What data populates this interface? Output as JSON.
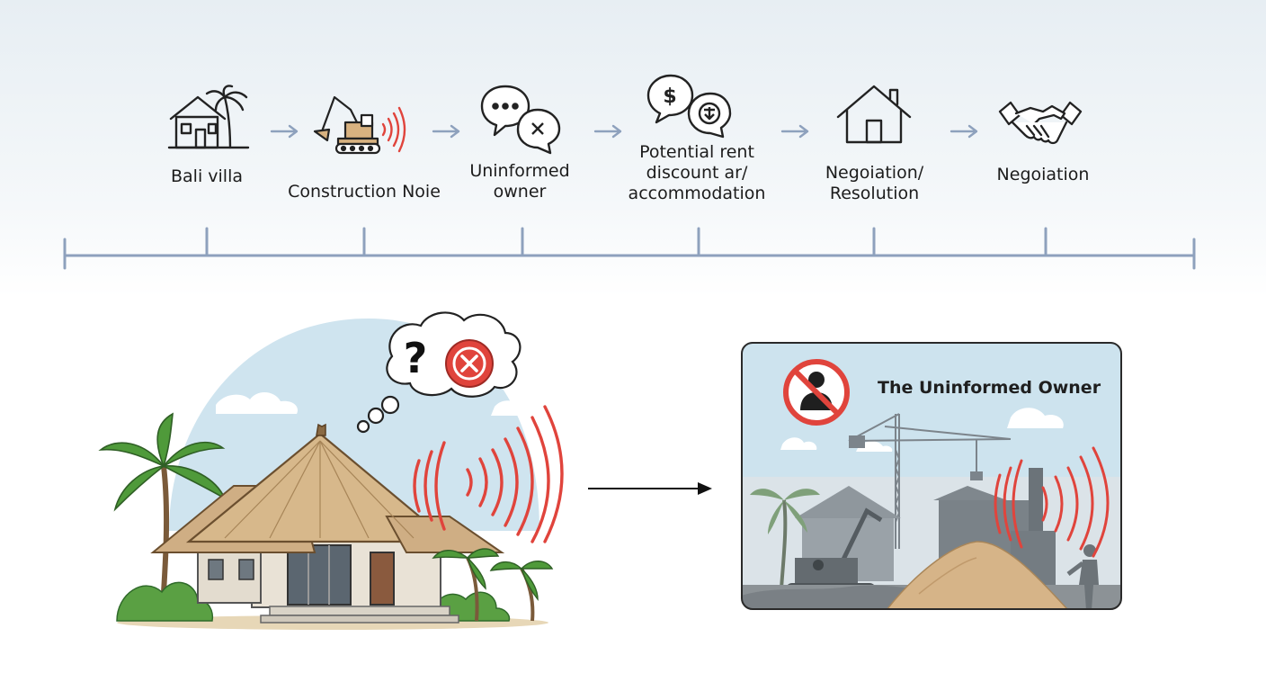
{
  "timeline": {
    "steps": [
      {
        "label": "Bali villa",
        "icon": "house-palm-icon"
      },
      {
        "label": "Construction Noie",
        "icon": "excavator-icon"
      },
      {
        "label": "Uninformed owner",
        "icon": "speech-bubbles-icon"
      },
      {
        "label": "Potential rent discount ar/ accommodation",
        "icon": "money-bubbles-icon"
      },
      {
        "label": "Negoiation/ Resolution",
        "icon": "house-icon"
      },
      {
        "label": "Negoiation",
        "icon": "handshake-icon"
      }
    ]
  },
  "card": {
    "title": "The Uninformed Owner"
  },
  "colors": {
    "accent_red": "#e0443c",
    "timeline_blue": "#8ea1bd",
    "sky": "#cfe4ef"
  }
}
